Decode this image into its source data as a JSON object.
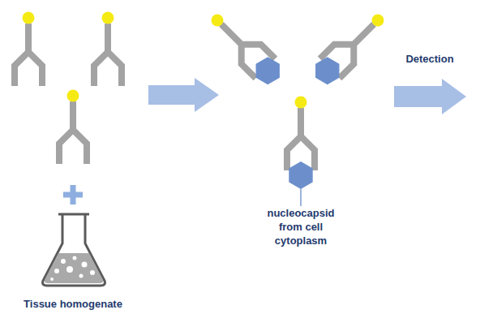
{
  "diagram": {
    "labels": [
      "Tissue homogenate",
      "nucleocapsid from cell cytoplasm",
      "Detection"
    ]
  }
}
